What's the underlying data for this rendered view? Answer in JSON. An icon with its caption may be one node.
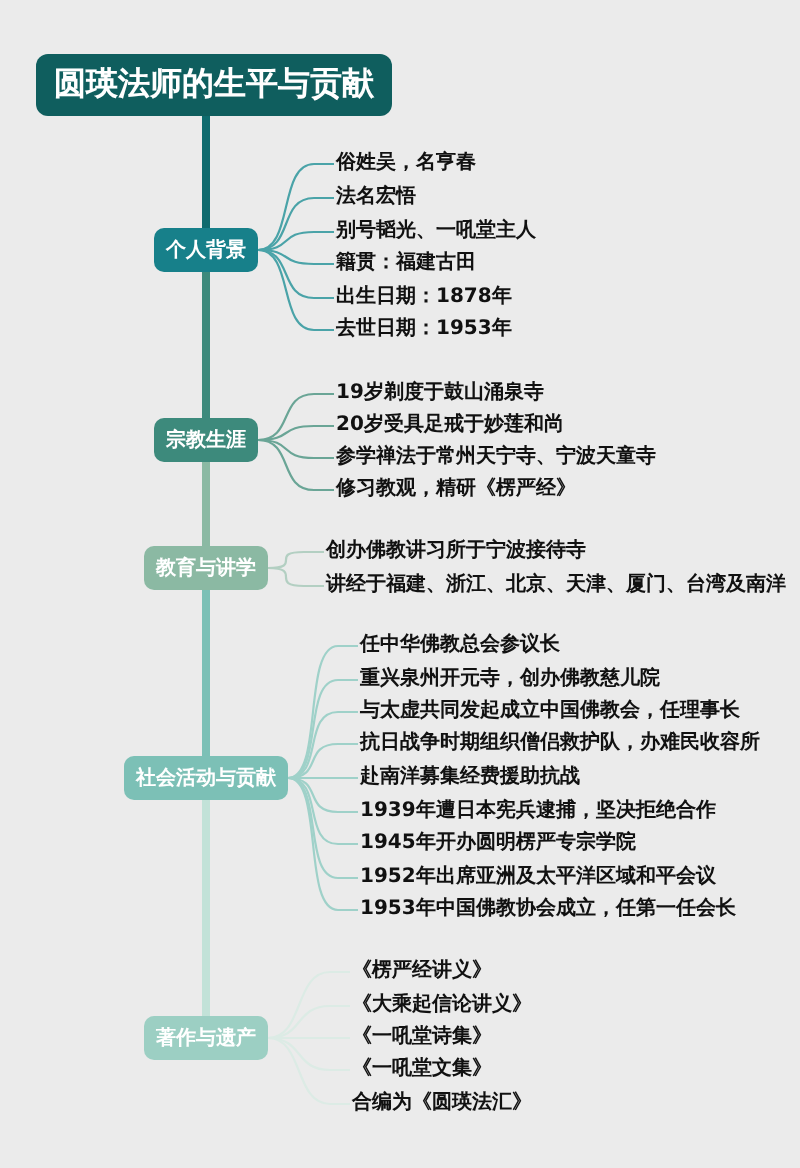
{
  "diagram": {
    "nodes": [
      {
        "text": [
          "圆瑛法师的生平与贡献"
        ]
      },
      {
        "text": [
          "个人背景"
        ]
      },
      {
        "text": [
          "俗姓吴，名亨春"
        ]
      },
      {
        "text": [
          "法名宏悟"
        ]
      },
      {
        "text": [
          "别号韬光、一吼堂主人"
        ]
      },
      {
        "text": [
          "籍贯：福建古田"
        ]
      },
      {
        "text": [
          "出生日期：1878年"
        ]
      },
      {
        "text": [
          "去世日期：1953年"
        ]
      },
      {
        "text": [
          "宗教生涯"
        ]
      },
      {
        "text": [
          "19岁剃度于鼓山涌泉寺"
        ]
      },
      {
        "text": [
          "20岁受具足戒于妙莲和尚"
        ]
      },
      {
        "text": [
          "参学禅法于常州天宁寺、宁波天童寺"
        ]
      },
      {
        "text": [
          "修习教观，精研《楞严经》"
        ]
      },
      {
        "text": [
          "教育与讲学"
        ]
      },
      {
        "text": [
          "创办佛教讲习所于宁波接待寺"
        ]
      },
      {
        "text": [
          "讲经于福建、浙江、北京、天津、厦门、台湾及南洋"
        ]
      },
      {
        "text": [
          "社会活动与贡献"
        ]
      },
      {
        "text": [
          "任中华佛教总会参议长"
        ]
      },
      {
        "text": [
          "重兴泉州开元寺，创办佛教慈儿院"
        ]
      },
      {
        "text": [
          "与太虚共同发起成立中国佛教会，任理事长"
        ]
      },
      {
        "text": [
          "抗日战争时期组织僧侣救护队，办难民收容所"
        ]
      },
      {
        "text": [
          "赴南洋募集经费援助抗战"
        ]
      },
      {
        "text": [
          "1939年遭日本宪兵逮捕，坚决拒绝合作"
        ]
      },
      {
        "text": [
          "1945年开办圆明楞严专宗学院"
        ]
      },
      {
        "text": [
          "1952年出席亚洲及太平洋区域和平会议"
        ]
      },
      {
        "text": [
          "1953年中国佛教协会成立，任第一任会长"
        ]
      },
      {
        "text": [
          "著作与遗产"
        ]
      },
      {
        "text": [
          "《楞严经讲义》"
        ]
      },
      {
        "text": [
          "《大乘起信论讲义》"
        ]
      },
      {
        "text": [
          "《一吼堂诗集》"
        ]
      },
      {
        "text": [
          "《一吼堂文集》"
        ]
      },
      {
        "text": [
          "合编为《圆瑛法汇》"
        ]
      }
    ],
    "edges": [
      {
        "from": 0,
        "to": 1,
        "arrow": "none",
        "style": "thick",
        "color": "#0f6b6e"
      },
      {
        "from": 1,
        "to": 8,
        "arrow": "none",
        "style": "thick",
        "color": "#3d8a7c"
      },
      {
        "from": 8,
        "to": 13,
        "arrow": "none",
        "style": "thick",
        "color": "#8bb9a3"
      },
      {
        "from": 13,
        "to": 16,
        "arrow": "none",
        "style": "thick",
        "color": "#7cc0b6"
      },
      {
        "from": 16,
        "to": 26,
        "arrow": "none",
        "style": "thick",
        "color": "#c2e2d8"
      },
      {
        "from": 1,
        "to": 2,
        "arrow": "none"
      },
      {
        "from": 1,
        "to": 3,
        "arrow": "none"
      },
      {
        "from": 1,
        "to": 4,
        "arrow": "none"
      },
      {
        "from": 1,
        "to": 5,
        "arrow": "none"
      },
      {
        "from": 1,
        "to": 6,
        "arrow": "none"
      },
      {
        "from": 1,
        "to": 7,
        "arrow": "none"
      },
      {
        "from": 8,
        "to": 9,
        "arrow": "none"
      },
      {
        "from": 8,
        "to": 10,
        "arrow": "none"
      },
      {
        "from": 8,
        "to": 11,
        "arrow": "none"
      },
      {
        "from": 8,
        "to": 12,
        "arrow": "none"
      },
      {
        "from": 13,
        "to": 14,
        "arrow": "none"
      },
      {
        "from": 13,
        "to": 15,
        "arrow": "none"
      },
      {
        "from": 16,
        "to": 17,
        "arrow": "none"
      },
      {
        "from": 16,
        "to": 18,
        "arrow": "none"
      },
      {
        "from": 16,
        "to": 19,
        "arrow": "none"
      },
      {
        "from": 16,
        "to": 20,
        "arrow": "none"
      },
      {
        "from": 16,
        "to": 21,
        "arrow": "none"
      },
      {
        "from": 16,
        "to": 22,
        "arrow": "none"
      },
      {
        "from": 16,
        "to": 23,
        "arrow": "none"
      },
      {
        "from": 16,
        "to": 24,
        "arrow": "none"
      },
      {
        "from": 16,
        "to": 25,
        "arrow": "none"
      },
      {
        "from": 26,
        "to": 27,
        "arrow": "none"
      },
      {
        "from": 26,
        "to": 28,
        "arrow": "none"
      },
      {
        "from": 26,
        "to": 29,
        "arrow": "none"
      },
      {
        "from": 26,
        "to": 30,
        "arrow": "none"
      },
      {
        "from": 26,
        "to": 31,
        "arrow": "none"
      }
    ]
  }
}
